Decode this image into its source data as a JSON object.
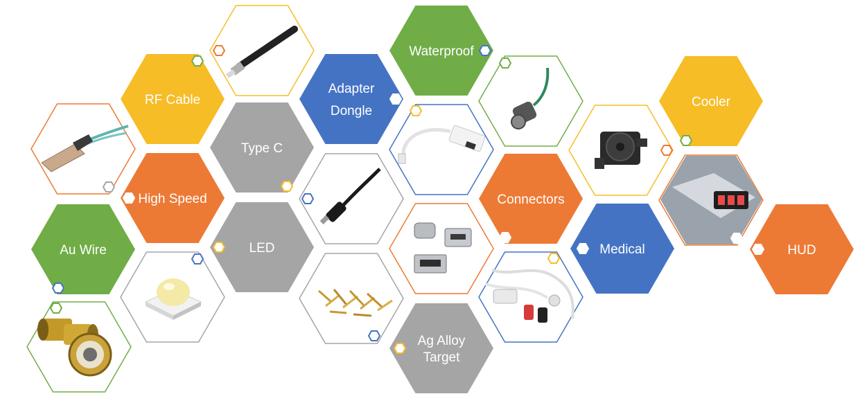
{
  "colors": {
    "yellow": "#F6BD27",
    "orange": "#EC7A35",
    "gray": "#A5A5A5",
    "blue": "#4573C4",
    "green": "#70AD47"
  },
  "labels": {
    "rf_cable": "RF Cable",
    "type_c": "Type C",
    "adapter_dongle_line1": "Adapter",
    "adapter_dongle_line2": "Dongle",
    "waterproof": "Waterproof",
    "cooler": "Cooler",
    "high_speed": "High Speed",
    "led": "LED",
    "connectors": "Connectors",
    "au_wire": "Au Wire",
    "medical": "Medical",
    "hud": "HUD",
    "ag_alloy_target_line1": "Ag Alloy",
    "ag_alloy_target_line2": "Target"
  },
  "icons": [
    "qsfp-cable-image",
    "rf-cable-image",
    "m12-connector-image",
    "usb-c-hdmi-adapter-image",
    "fan-cooler-image",
    "hud-display-image",
    "usb-c-cable-image",
    "usb-connectors-image",
    "led-chip-image",
    "au-wire-spool-image",
    "pins-image",
    "ecg-cable-image"
  ]
}
